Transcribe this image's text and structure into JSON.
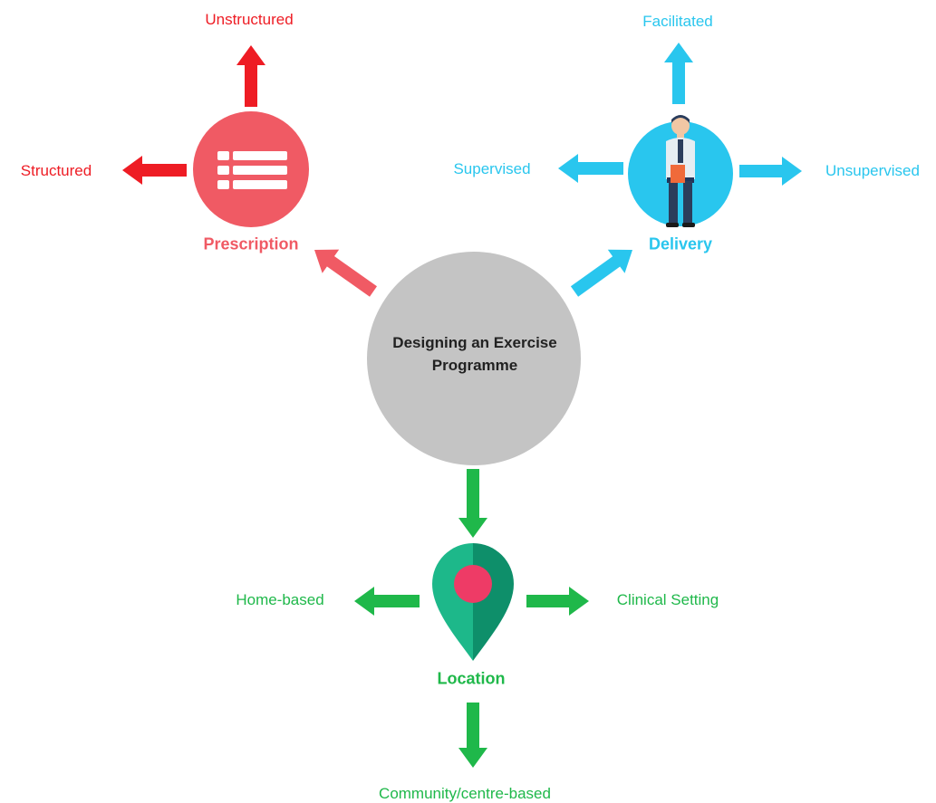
{
  "colors": {
    "prescription": "#f05a64",
    "prescription_arrow": "#ee1c24",
    "delivery": "#29c6ee",
    "location": "#1fb84a",
    "center": "#c4c4c4"
  },
  "center": {
    "title_line1": "Designing an Exercise",
    "title_line2": "Programme"
  },
  "prescription": {
    "label": "Prescription",
    "icon": "list-icon",
    "options": {
      "up": "Unstructured",
      "left": "Structured"
    }
  },
  "delivery": {
    "label": "Delivery",
    "icon": "person-icon",
    "options": {
      "up": "Facilitated",
      "left": "Supervised",
      "right": "Unsupervised"
    }
  },
  "location": {
    "label": "Location",
    "icon": "map-pin-icon",
    "options": {
      "left": "Home-based",
      "right": "Clinical Setting",
      "down": "Community/centre-based"
    }
  }
}
